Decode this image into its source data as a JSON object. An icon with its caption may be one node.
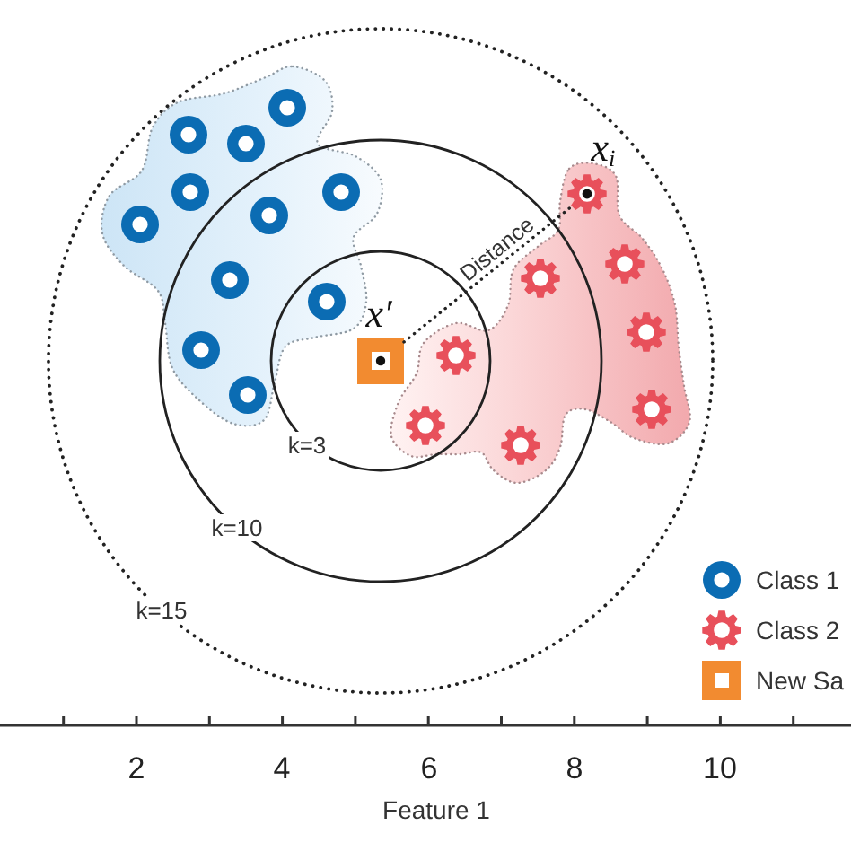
{
  "diagram": {
    "nodes": [
      {
        "text": [
          "k=15"
        ]
      },
      {
        "text": [
          "k=10"
        ],
        "in": 0
      },
      {
        "text": [
          "k=3"
        ],
        "in": 1
      },
      {
        "text": [],
        "shape": "box",
        "in": 2,
        "beside": [
          "x′"
        ]
      },
      {
        "text": [],
        "shape": "gear",
        "in": 0,
        "beside": [
          "x$_{i}$"
        ]
      }
    ],
    "edges": [
      {
        "from": 3,
        "to": 4,
        "arrow": "none",
        "label": "Distance",
        "style": "dashed"
      }
    ],
    "labels": [
      "2",
      "4",
      "6",
      "8",
      "10",
      "Feature 1"
    ],
    "legend": [
      {
        "text": "Class 1"
      },
      {
        "text": "Class 2"
      },
      {
        "text": "New Sa"
      }
    ]
  }
}
